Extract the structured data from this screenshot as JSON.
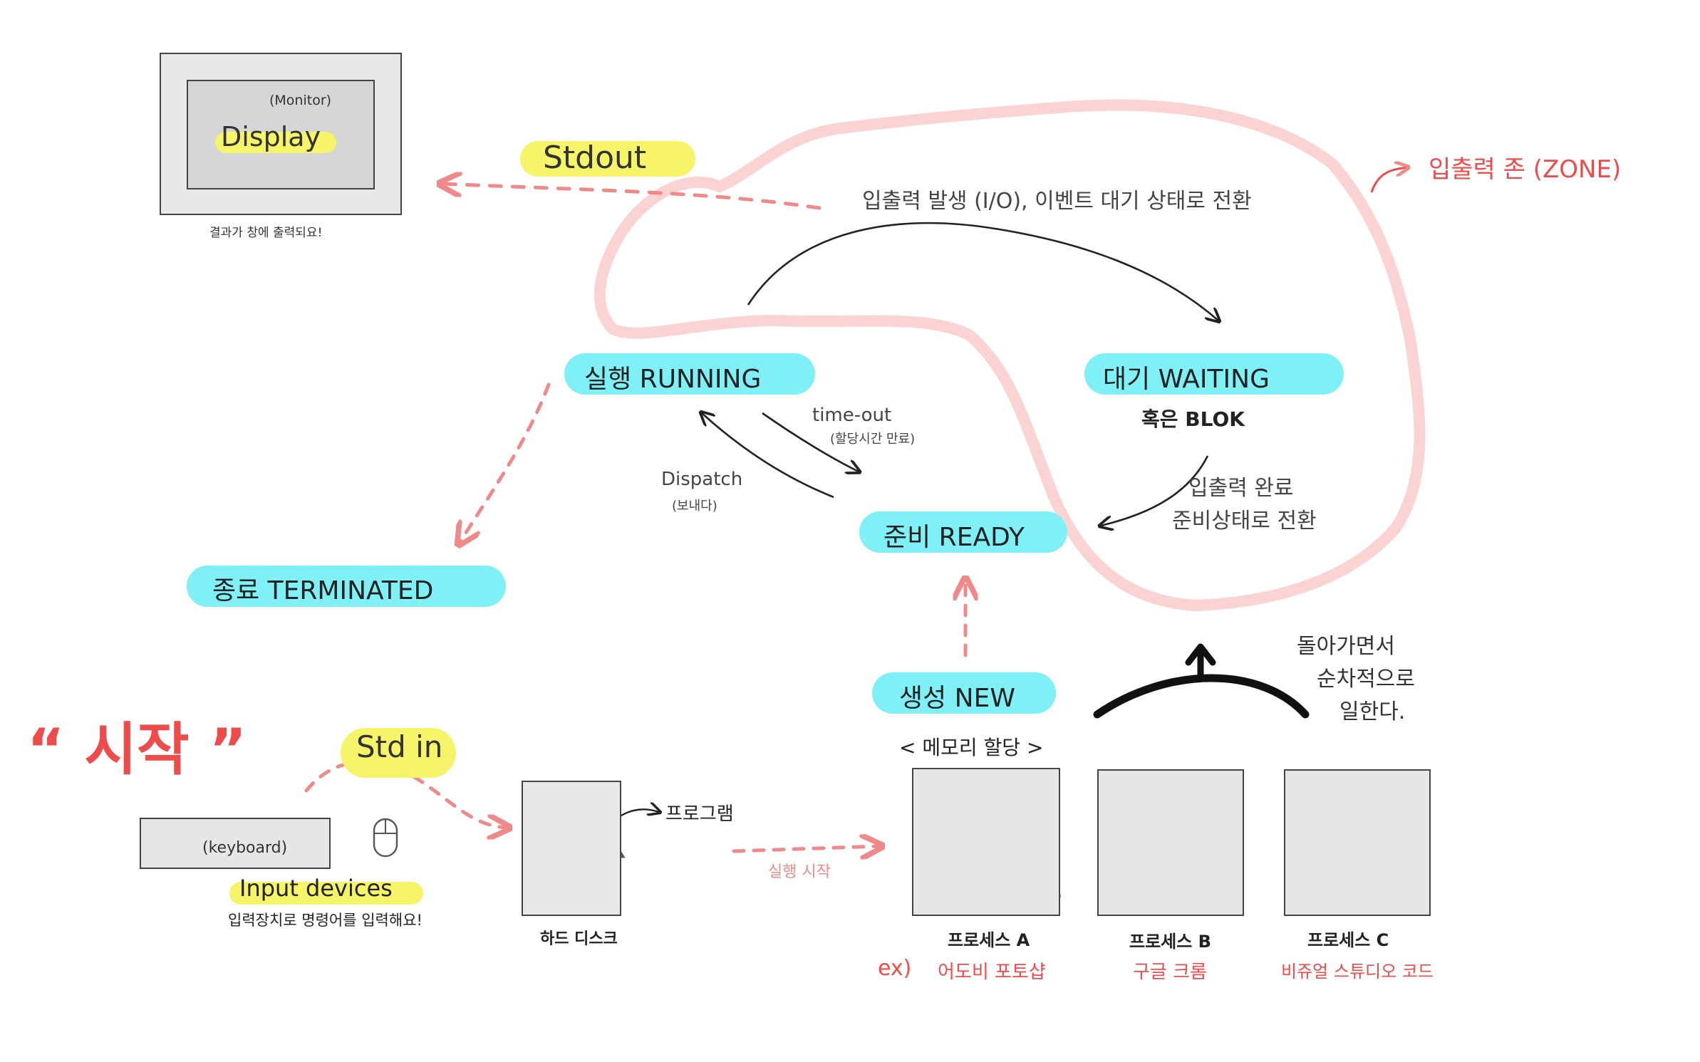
{
  "states": {
    "running": "실행 RUNNING",
    "waiting": "대기 WAITING",
    "waiting_sub": "혹은 BLOK",
    "ready": "준비 READY",
    "terminated": "종료 TERMINATED",
    "new": "생성 NEW",
    "new_sub": "< 메모리 할당 >"
  },
  "transitions": {
    "io_event": "입출력 발생 (I/O), 이벤트 대기 상태로 전환",
    "io_done_1": "입출력 완료",
    "io_done_2": "준비상태로 전환",
    "timeout": "time-out",
    "timeout_sub": "(할당시간 만료)",
    "dispatch": "Dispatch",
    "dispatch_sub": "(보내다)",
    "exec_start": "실행 시작"
  },
  "zone_label": "입출력 존 (ZONE)",
  "monitor": {
    "tag": "(Monitor)",
    "display": "Display",
    "caption": "결과가 창에 출력되요!"
  },
  "stdout": "Stdout",
  "stdin": "Std in",
  "start_label": "“ 시작 ”",
  "input": {
    "keyboard": "(keyboard)",
    "devices": "Input devices",
    "caption": "입력장치로 명령어를 입력해요!"
  },
  "disk": {
    "label": "하드 디스크",
    "program": "프로그램"
  },
  "round_robin": [
    "돌아가면서",
    "순차적으로",
    "일한다."
  ],
  "processes": [
    {
      "name": "프로세스 A",
      "app": "어도비 포토샵"
    },
    {
      "name": "프로세스 B",
      "app": "구글 크롬"
    },
    {
      "name": "프로세스 C",
      "app": "비쥬얼 스튜디오 코드"
    }
  ],
  "example_prefix": "ex)",
  "colors": {
    "pill": "#7ff0f6",
    "highlight": "#f6f56a",
    "red_dash": "#f08a8a",
    "zone": "#fbd3d3",
    "red_text": "#ee4b4b"
  }
}
